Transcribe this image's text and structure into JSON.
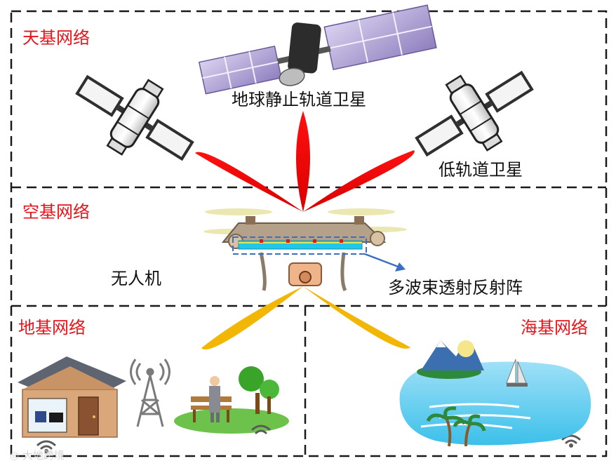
{
  "regions": {
    "space": "天基网络",
    "air": "空基网络",
    "ground": "地基网络",
    "sea": "海基网络"
  },
  "labels": {
    "geo_satellite": "地球静止轨道卫星",
    "leo_satellite": "低轨道卫星",
    "uav": "无人机",
    "reflectarray": "多波束透射反射阵"
  },
  "watermark": "大地跨境",
  "colors": {
    "region_label": "#e8141b",
    "beam_up": "#e8141b",
    "beam_down": "#f2b705",
    "reflectarray_arrow": "#3c6fc4",
    "panel_purple": "#9a8cc4"
  }
}
